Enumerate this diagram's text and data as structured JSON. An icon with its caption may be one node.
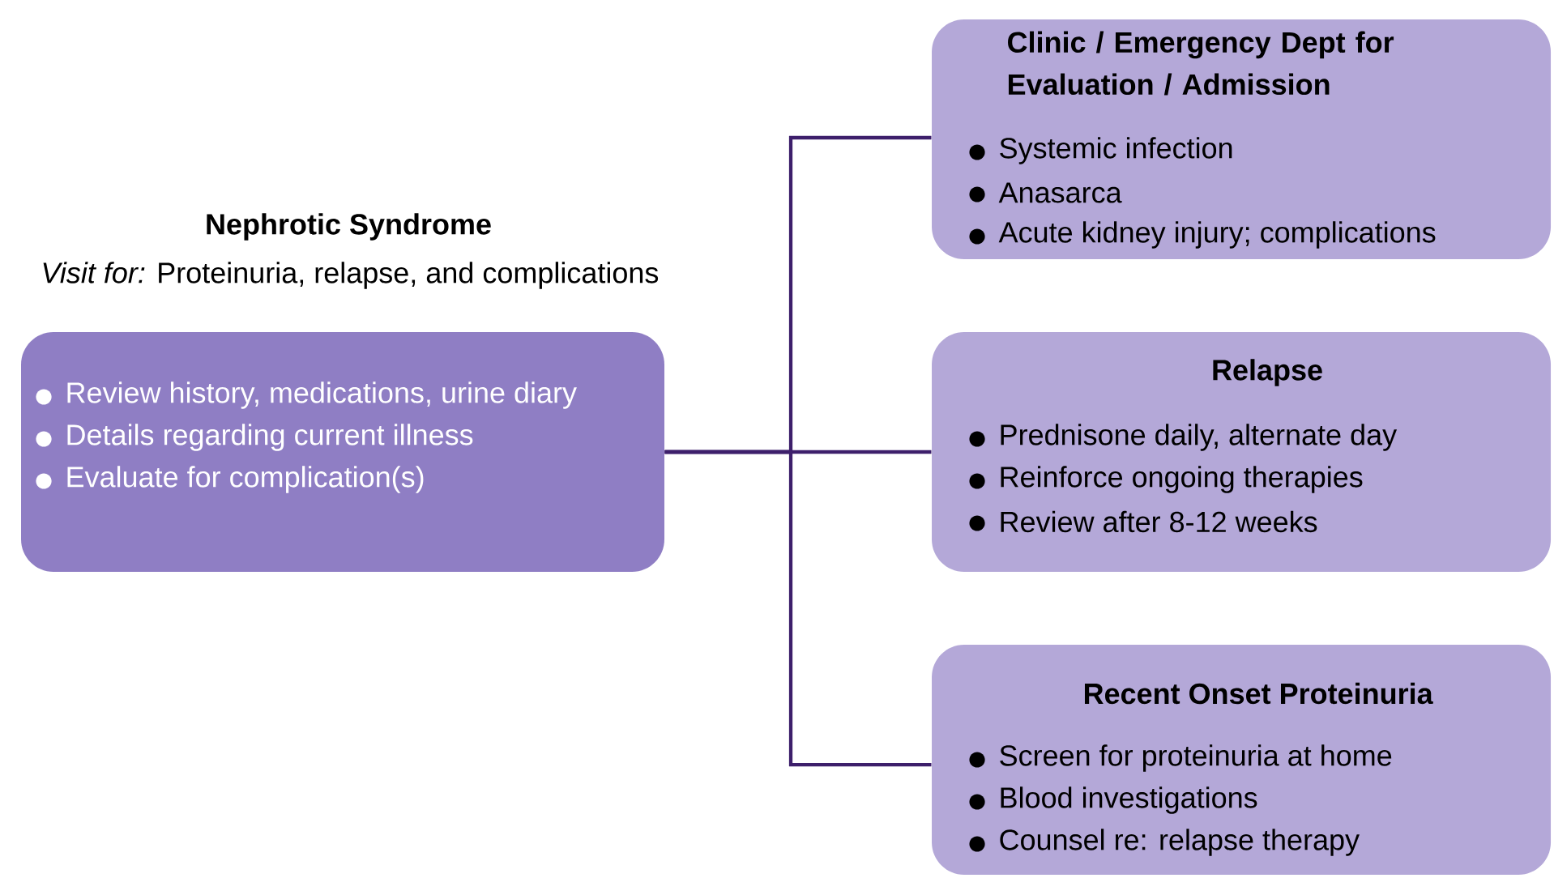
{
  "diagram": {
    "nodes": [
      {
        "text": [
          "Nephrotic Syndrome",
          "*Visit for:* Proteinuria, relapse, and complications",
          "Review history, medications, urine diary",
          "Details regarding current illness",
          "Evaluate for complication(s)"
        ]
      },
      {
        "text": [
          "Clinic / Emergency Dept for Evaluation / Admission",
          "Systemic infection",
          "Anasarca",
          "Acute kidney injury; complications"
        ]
      },
      {
        "text": [
          "Relapse",
          "Prednisone daily, alternate day",
          "Reinforce ongoing therapies",
          "Review after 8-12 weeks"
        ]
      },
      {
        "text": [
          "Recent Onset Proteinuria",
          "Screen for proteinuria at home",
          "Blood investigations",
          "Counsel re: relapse therapy"
        ]
      }
    ],
    "edges": [
      {
        "from": 0,
        "to": 1,
        "arrow": "none"
      },
      {
        "from": 0,
        "to": 2,
        "arrow": "none"
      },
      {
        "from": 0,
        "to": 3,
        "arrow": "none"
      }
    ]
  }
}
